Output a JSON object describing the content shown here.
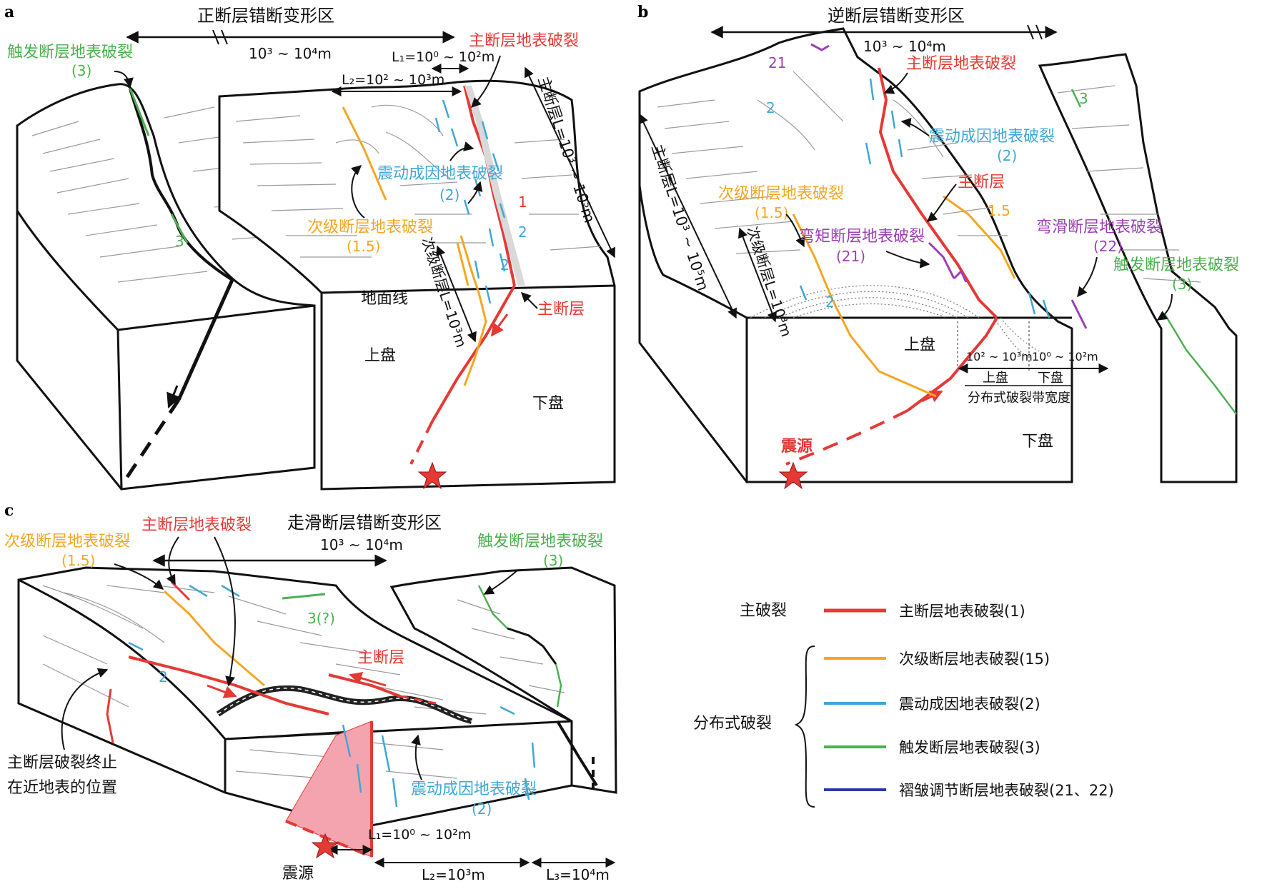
{
  "colors": {
    "main": "#e53935",
    "secondary": "#f5a623",
    "shake": "#3fa7d6",
    "triggered": "#4caf50",
    "fold": "#9c3fb5",
    "fold_legend": "#2b3a9e",
    "ink": "#111111",
    "terrain": "#9a9a9a"
  },
  "panel_a": {
    "letter": "a",
    "title": "正断层错断变形区",
    "width": "10³ ~ 10⁴m",
    "triggered_label": "触发断层地表破裂",
    "triggered_code": "(3)",
    "triggered_num": "3",
    "main_rupture": "主断层地表破裂",
    "l1": "L₁=10⁰ ~ 10²m",
    "l2": "L₂=10² ~ 10³m",
    "main_fault_length": "主断层L=10³ ~ 10⁵m",
    "shake_label": "震动成因地表破裂",
    "shake_code": "(2)",
    "shake_num": "2",
    "main_num": "1",
    "secondary_label": "次级断层地表破裂",
    "secondary_code": "(1.5)",
    "secondary_length": "次级断层L=10³m",
    "ground_line": "地面线",
    "hanging_wall": "上盘",
    "footwall": "下盘",
    "main_fault": "主断层"
  },
  "panel_b": {
    "letter": "b",
    "title": "逆断层错断变形区",
    "width": "10³ ~ 10⁴m",
    "main_rupture": "主断层地表破裂",
    "shake_label": "震动成因地表破裂",
    "shake_code": "(2)",
    "shake_num": "2",
    "main_fault": "主断层",
    "main_fault_length": "主断层L=10³ ~ 10⁵m",
    "secondary_label": "次级断层地表破裂",
    "secondary_code": "(1.5)",
    "secondary_num": "1.5",
    "secondary_length": "次级断层L=10³m",
    "moment_label": "弯矩断层地表破裂",
    "moment_code": "(21)",
    "moment_num": "21",
    "slip_label": "弯滑断层地表破裂",
    "slip_code": "(22)",
    "triggered_label": "触发断层地表破裂",
    "triggered_code": "(3)",
    "triggered_num": "3",
    "hanging_wall": "上盘",
    "footwall": "下盘",
    "w_hanging": "10² ~ 10³m",
    "w_foot": "10⁰ ~ 10²m",
    "w_hanging_lbl": "上盘",
    "w_foot_lbl": "下盘",
    "zone_width": "分布式破裂带宽度",
    "source": "震源"
  },
  "panel_c": {
    "letter": "c",
    "title": "走滑断层错断变形区",
    "width": "10³ ~ 10⁴m",
    "main_rupture": "主断层地表破裂",
    "secondary_label": "次级断层地表破裂",
    "secondary_code": "(1.5)",
    "triggered_label": "触发断层地表破裂",
    "triggered_code": "(3)",
    "triggered_q": "3(?)",
    "main_fault": "主断层",
    "shake_num": "2",
    "termination_1": "主断层破裂终止",
    "termination_2": "在近地表的位置",
    "shake_label": "震动成因地表破裂",
    "shake_code": "(2)",
    "l1": "L₁=10⁰ ~ 10²m",
    "l2": "L₂=10³m",
    "l3": "L₃=10⁴m",
    "source": "震源"
  },
  "legend": {
    "main_group": "主破裂",
    "distributed_group": "分布式破裂",
    "items": [
      {
        "label": "主断层地表破裂(1)"
      },
      {
        "label": "次级断层地表破裂(15)"
      },
      {
        "label": "震动成因地表破裂(2)"
      },
      {
        "label": "触发断层地表破裂(3)"
      },
      {
        "label": "褶皱调节断层地表破裂(21、22)"
      }
    ]
  }
}
